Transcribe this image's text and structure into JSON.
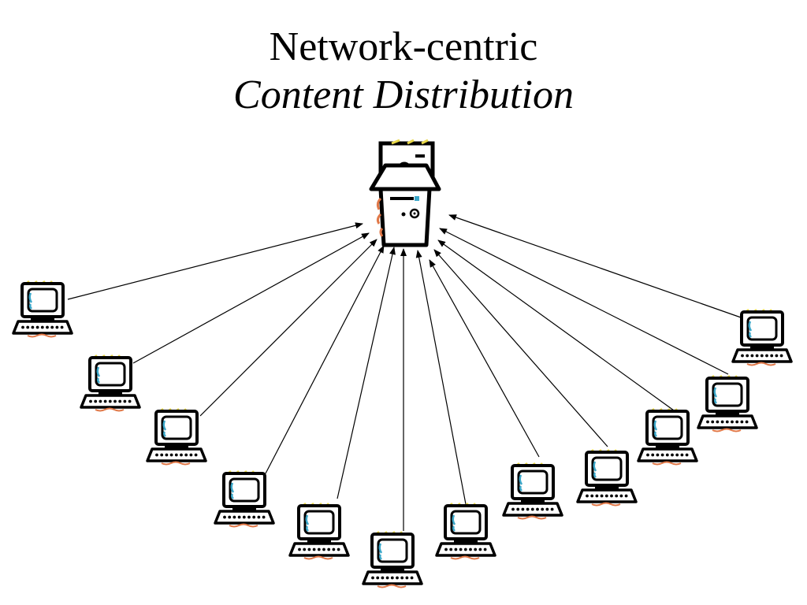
{
  "title": {
    "line1": "Network-centric",
    "line2": "Content Distribution"
  },
  "diagram": {
    "server_icon": "server-tower-icon",
    "client_icon": "desktop-computer-icon",
    "client_count": 12,
    "arrow_direction": "clients-to-server",
    "colors": {
      "stroke": "#000000",
      "screen_accent": "#3aa6c8",
      "highlight_yellow": "#e8d84a",
      "highlight_orange": "#e07848"
    }
  }
}
